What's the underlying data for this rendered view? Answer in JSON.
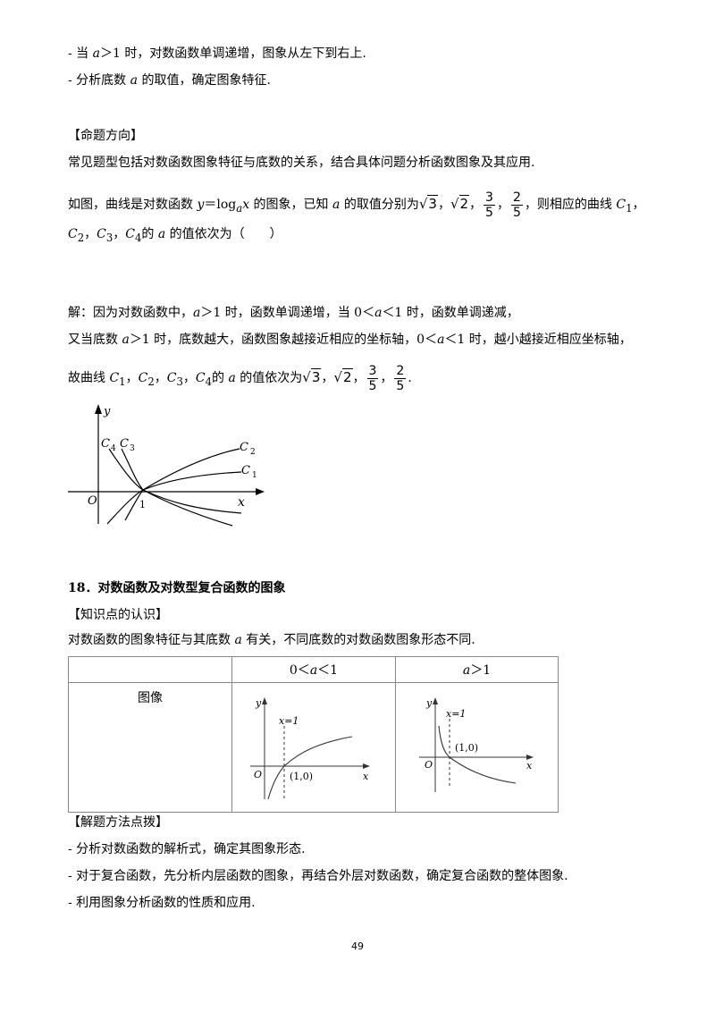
{
  "intro": {
    "l1_pre": "- 当 ",
    "l1_var": "a",
    "l1_post": "＞1 时，对数函数单调递增，图象从左下到右上.",
    "l2_pre": "- 分析底数 ",
    "l2_var": "a",
    "l2_post": " 的取值，确定图象特征."
  },
  "direction": {
    "title": "【命题方向】",
    "text": "常见题型包括对数函数图象特征与底数的关系，结合具体问题分析函数图象及其应用."
  },
  "question": {
    "p1": "如图，曲线是对数函数 ",
    "func_y": "y",
    "func_eq": "＝log",
    "func_sub": "a",
    "func_x": "x",
    "p2": " 的图象，已知 ",
    "var_a": "a",
    "p3": " 的取值分别为",
    "sqrt3": "3",
    "sqrt2": "2",
    "frac1_num": "3",
    "frac1_den": "5",
    "frac2_num": "2",
    "frac2_den": "5",
    "sep": "，",
    "p4": "，则相应的曲线 ",
    "c1": "C",
    "c1_sub": "1",
    "comma": "，",
    "l2_c2": "C",
    "l2_c2_sub": "2",
    "l2_c3": "C",
    "l2_c3_sub": "3",
    "l2_c4": "C",
    "l2_c4_sub": "4",
    "l2_mid": "的 ",
    "l2_a": "a",
    "l2_end": " 的值依次为（　　）"
  },
  "solution": {
    "l1_pre": "解：因为对数函数中，",
    "l1_a": "a",
    "l1_mid": "＞1 时，函数单调递增，当 0＜",
    "l1_a2": "a",
    "l1_post": "＜1 时，函数单调递减，",
    "l2_pre": "又当底数 ",
    "l2_a": "a",
    "l2_mid": "＞1 时，底数越大，函数图象越接近相应的坐标轴，0＜",
    "l2_a2": "a",
    "l2_post": "＜1 时，越小越接近相应坐标轴，",
    "l3_pre": "故曲线 ",
    "l3_mid": "的 ",
    "l3_a": "a",
    "l3_post": " 的值依次为",
    "end": "."
  },
  "figure1": {
    "y": "y",
    "x": "x",
    "o": "O",
    "one": "1",
    "c1": "C",
    "c1_sub": "1",
    "c2": "C",
    "c2_sub": "2",
    "c3": "C",
    "c3_sub": "3",
    "c4": "C",
    "c4_sub": "4"
  },
  "section18": {
    "title": "18．对数函数及对数型复合函数的图象",
    "knowledge": "【知识点的认识】",
    "desc_pre": "对数函数的图象特征与其底数 ",
    "desc_a": "a",
    "desc_post": " 有关，不同底数的对数函数图象形态不同."
  },
  "table": {
    "h2_pre": "0＜",
    "h2_a": "a",
    "h2_post": "＜1",
    "h3_a": "a",
    "h3_post": "＞1",
    "row_label": "图像",
    "g1": {
      "y": "y",
      "x": "x",
      "o": "O",
      "xeq": "x=1",
      "pt": "(1,0)"
    },
    "g2": {
      "y": "y",
      "x": "x",
      "o": "O",
      "xeq": "x=1",
      "pt": "(1,0)"
    }
  },
  "method": {
    "title": "【解题方法点拨】",
    "items": [
      "- 分析对数函数的解析式，确定其图象形态.",
      "- 对于复合函数，先分析内层函数的图象，再结合外层对数函数，确定复合函数的整体图象.",
      "- 利用图象分析函数的性质和应用."
    ]
  },
  "page_number": "49"
}
